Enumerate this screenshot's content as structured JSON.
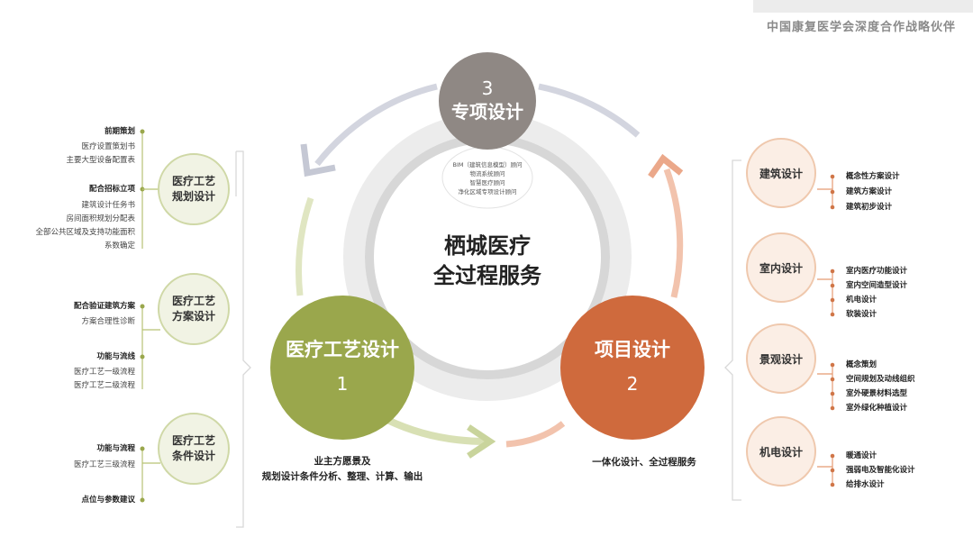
{
  "header": {
    "text": "中国康复医学会深度合作战略伙伴"
  },
  "center": {
    "line1": "栖城医疗",
    "line2": "全过程服务"
  },
  "main_nodes": {
    "special": {
      "number": "3",
      "label": "专项设计",
      "color": "#8f8884"
    },
    "medical": {
      "label": "医疗工艺设计",
      "number": "1",
      "color": "#9aa74c"
    },
    "project": {
      "label": "项目设计",
      "number": "2",
      "color": "#cf6a3d"
    }
  },
  "special_items": [
    "BIM（建筑信息模型）顾问",
    "物流系统顾问",
    "智慧医疗顾问",
    "净化区域专项设计顾问"
  ],
  "captions": {
    "medical": [
      "业主方愿景及",
      "规划设计条件分析、整理、计算、输出"
    ],
    "project": "一体化设计、全过程服务"
  },
  "left_nodes": [
    {
      "label": [
        "医疗工艺",
        "规划设计"
      ],
      "groups": [
        {
          "title": "前期策划",
          "items": [
            "医疗设置策划书",
            "主要大型设备配置表"
          ]
        },
        {
          "title": "配合招标立项",
          "items": [
            "建筑设计任务书",
            "房间面积规划分配表",
            "全部公共区域及支持功能面积",
            "系数确定"
          ]
        }
      ]
    },
    {
      "label": [
        "医疗工艺",
        "方案设计"
      ],
      "groups": [
        {
          "title": "配合验证建筑方案",
          "items": [
            "方案合理性诊断"
          ]
        },
        {
          "title": "功能与流线",
          "items": [
            "医疗工艺一级流程",
            "医疗工艺二级流程"
          ]
        }
      ]
    },
    {
      "label": [
        "医疗工艺",
        "条件设计"
      ],
      "groups": [
        {
          "title": "功能与流程",
          "items": [
            "医疗工艺三级流程"
          ]
        },
        {
          "title": "点位与参数建议",
          "items": []
        }
      ]
    }
  ],
  "right_nodes": [
    {
      "label": "建筑设计",
      "items": [
        "概念性方案设计",
        "建筑方案设计",
        "建筑初步设计"
      ]
    },
    {
      "label": "室内设计",
      "items": [
        "室内医疗功能设计",
        "室内空间造型设计",
        "机电设计",
        "软装设计"
      ]
    },
    {
      "label": "景观设计",
      "items": [
        "概念策划",
        "空间规划及动线组织",
        "室外硬景材料选型",
        "室外绿化种植设计"
      ]
    },
    {
      "label": "机电设计",
      "items": [
        "暖通设计",
        "强弱电及智能化设计",
        "给排水设计"
      ]
    }
  ]
}
